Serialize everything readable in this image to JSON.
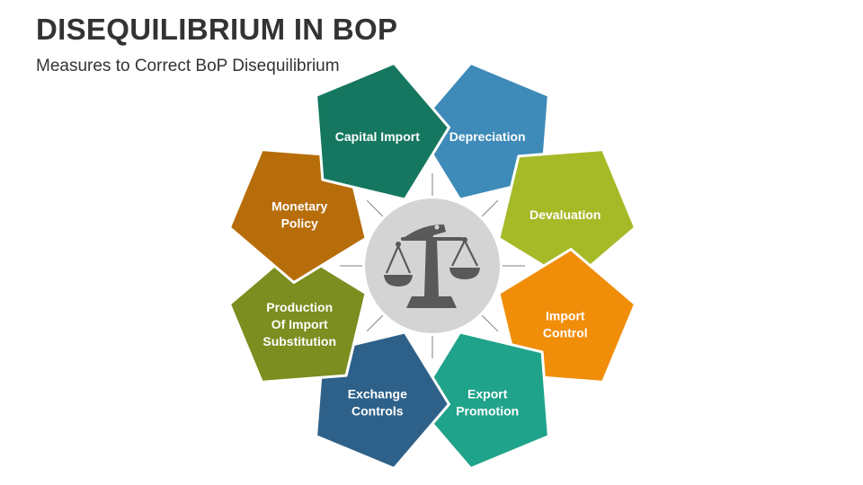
{
  "header": {
    "title": "DISEQUILIBRIUM IN BOP",
    "subtitle": "Measures to Correct BoP Disequilibrium"
  },
  "center": {
    "icon": "balance-scale-icon",
    "circle_color": "#d4d4d4",
    "icon_color": "#595959"
  },
  "segments": [
    {
      "label": [
        "Depreciation"
      ],
      "color": "#3e8ab8"
    },
    {
      "label": [
        "Devaluation"
      ],
      "color": "#a6ba28"
    },
    {
      "label": [
        "Import",
        "Control"
      ],
      "color": "#f08e0a"
    },
    {
      "label": [
        "Export",
        "Promotion"
      ],
      "color": "#1fa38a"
    },
    {
      "label": [
        "Exchange",
        "Controls"
      ],
      "color": "#2e6189"
    },
    {
      "label": [
        "Production",
        "Of Import",
        "Substitution"
      ],
      "color": "#7b8e1f"
    },
    {
      "label": [
        "Monetary",
        "Policy"
      ],
      "color": "#b76d0a"
    },
    {
      "label": [
        "Capital Import"
      ],
      "color": "#15775f"
    }
  ]
}
